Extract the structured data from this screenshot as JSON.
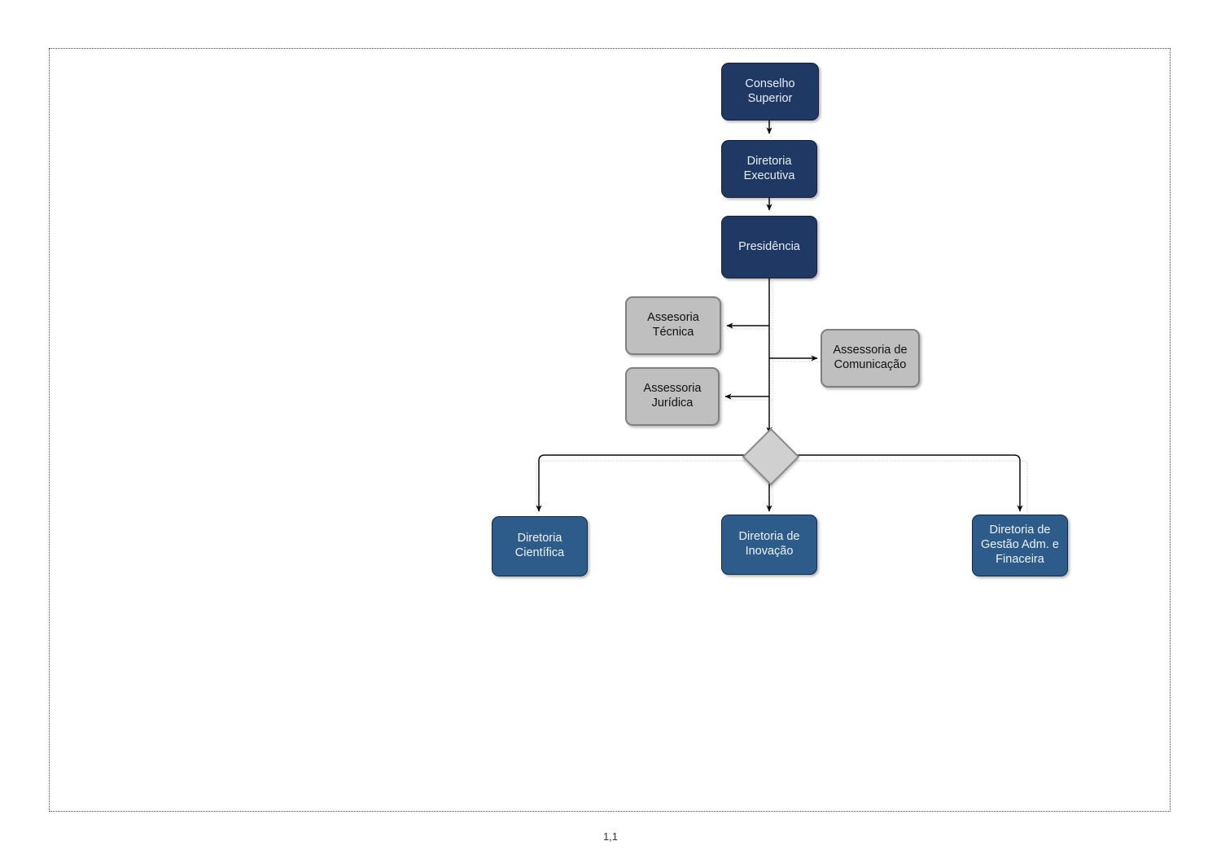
{
  "diagram": {
    "title_caption": "1,1",
    "colors": {
      "dark_navy": "#1F3864",
      "mid_blue": "#2E5C8A",
      "grey_fill": "#BFBFBF",
      "grey_border": "#808080",
      "junction_fill": "#D0D0D0",
      "connector": "#000000",
      "canvas_border": "#444444"
    },
    "nodes": {
      "conselho_superior": "Conselho\nSuperior",
      "diretoria_executiva": "Diretoria\nExecutiva",
      "presidencia": "Presidência",
      "assessoria_tecnica": "Assesoria\nTécnica",
      "assessoria_juridica": "Assessoria\nJurídica",
      "assessoria_comunicacao": "Assessoria de\nComunicação",
      "junction": "",
      "diretoria_cientifica": "Diretoria\nCientífica",
      "diretoria_inovacao": "Diretoria de\nInovação",
      "diretoria_gestao": "Diretoria de\nGestão Adm. e\nFinaceira"
    },
    "edges": [
      {
        "from": "conselho_superior",
        "to": "diretoria_executiva",
        "style": "solid-arrow"
      },
      {
        "from": "diretoria_executiva",
        "to": "presidencia",
        "style": "solid-arrow"
      },
      {
        "from": "presidencia",
        "to": "junction",
        "style": "solid-arrow"
      },
      {
        "from": "presidencia_trunk",
        "to": "assessoria_tecnica",
        "style": "solid-arrow"
      },
      {
        "from": "presidencia_trunk",
        "to": "assessoria_juridica",
        "style": "solid-arrow"
      },
      {
        "from": "presidencia_trunk",
        "to": "assessoria_comunicacao",
        "style": "solid-arrow"
      },
      {
        "from": "junction",
        "to": "diretoria_cientifica",
        "style": "elbow-arrow"
      },
      {
        "from": "junction",
        "to": "diretoria_inovacao",
        "style": "solid-arrow"
      },
      {
        "from": "junction",
        "to": "diretoria_gestao",
        "style": "elbow-arrow"
      }
    ]
  }
}
